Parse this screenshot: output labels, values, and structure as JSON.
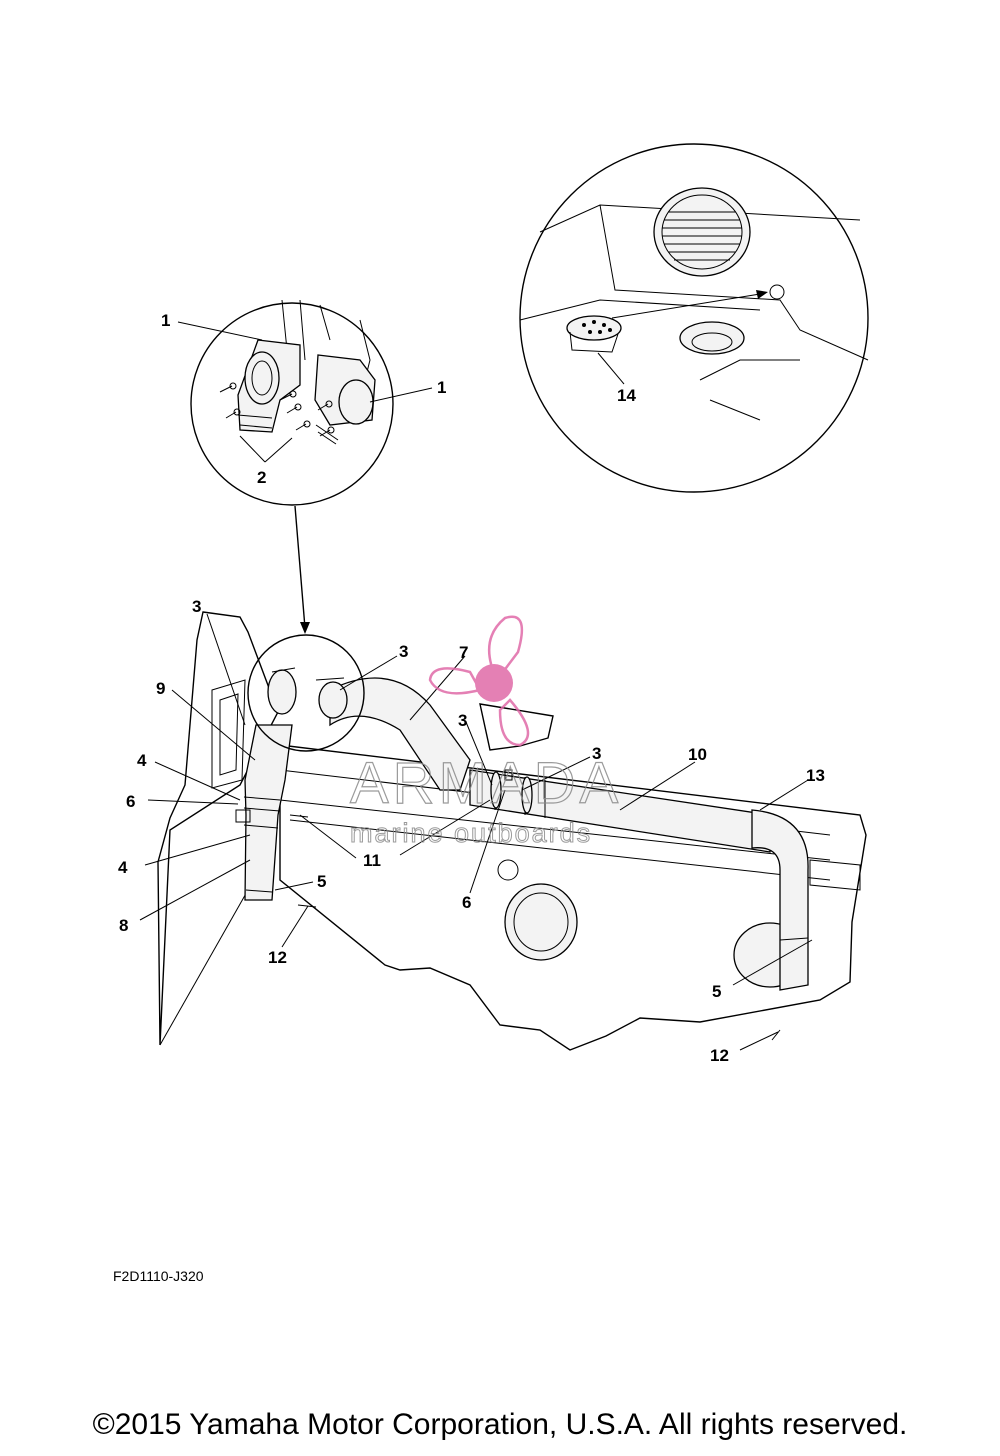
{
  "diagram": {
    "part_code": "F2D1110-J320",
    "copyright": "©2015 Yamaha Motor Corporation, U.S.A. All rights reserved.",
    "watermark": {
      "brand": "ARMADA",
      "tagline": "marine outboards",
      "logo_color": "#e06aa8"
    },
    "callouts": [
      "1",
      "1",
      "2",
      "3",
      "3",
      "3",
      "3",
      "4",
      "4",
      "5",
      "5",
      "6",
      "6",
      "7",
      "8",
      "9",
      "10",
      "11",
      "12",
      "12",
      "13",
      "14"
    ]
  }
}
